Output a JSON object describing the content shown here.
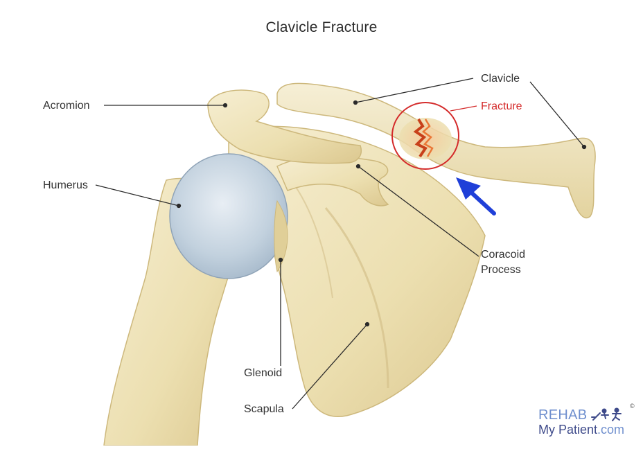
{
  "title": "Clavicle Fracture",
  "labels": {
    "acromion": "Acromion",
    "humerus": "Humerus",
    "clavicle": "Clavicle",
    "fracture": "Fracture",
    "coracoid_line1": "Coracoid",
    "coracoid_line2": "Process",
    "glenoid": "Glenoid",
    "scapula": "Scapula"
  },
  "logo": {
    "brand": "REHAB",
    "sub": "My Patient",
    "sub_suffix": ".com",
    "copyright": "©"
  },
  "colors": {
    "bone": "#ecdfb0",
    "bone_shadow": "#d8c48a",
    "cartilage": "#b9cad8",
    "fracture_red": "#d42a2a",
    "arrow_blue": "#1f3fd8",
    "leader": "#2a2a2a"
  }
}
